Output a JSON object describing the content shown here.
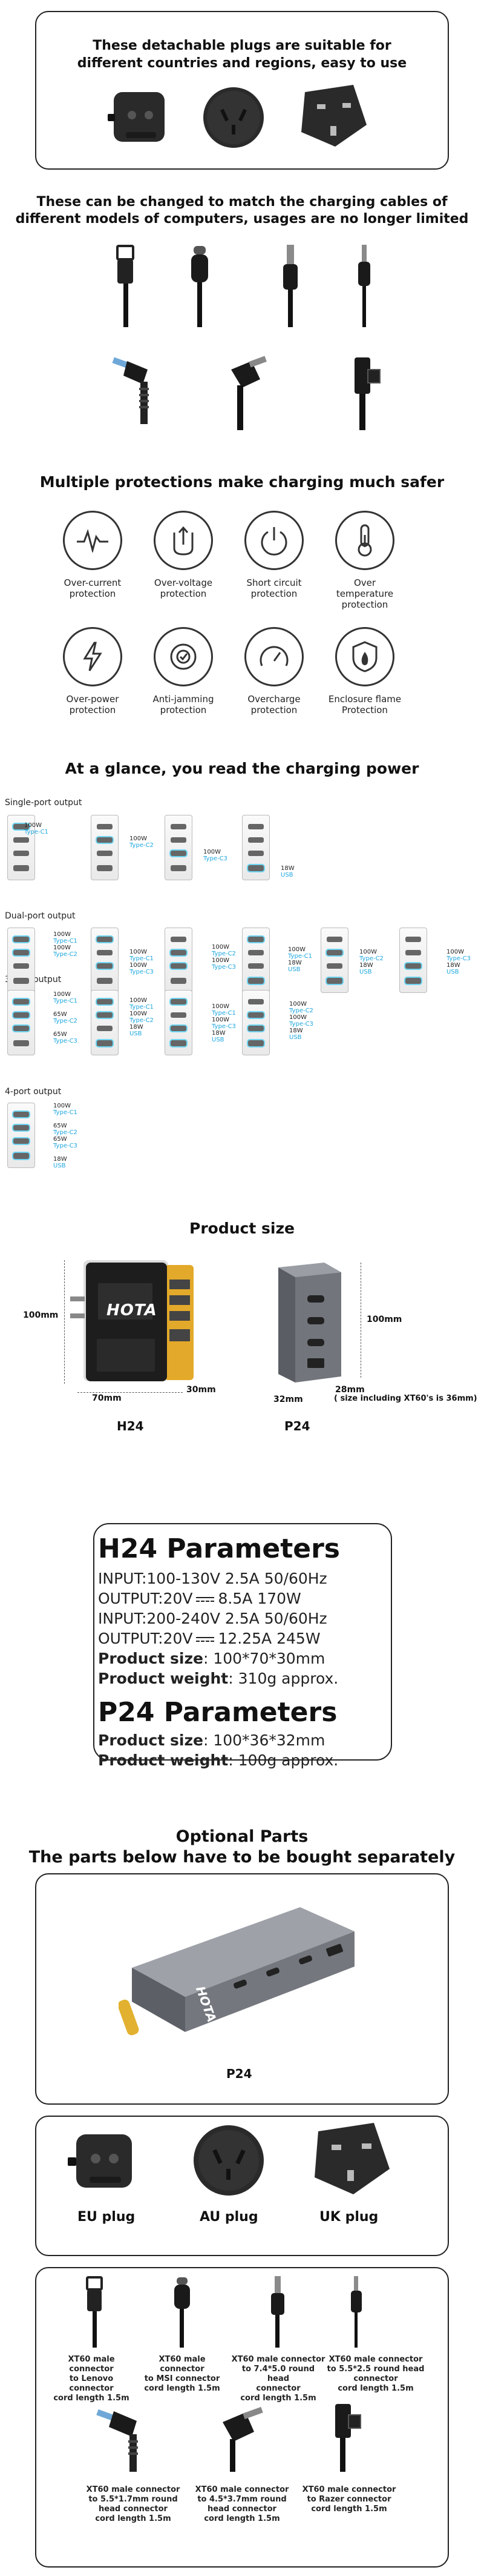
{
  "plugs_section": {
    "title_line1": "These detachable plugs are suitable for",
    "title_line2": "different countries and regions, easy to use"
  },
  "cables_section": {
    "title_line1": "These can be changed to match the charging cables of",
    "title_line2": "different models of computers, usages are no longer limited"
  },
  "protection_section": {
    "title": "Multiple protections make charging much safer",
    "items": [
      {
        "label_line1": "Over-current",
        "label_line2": "protection"
      },
      {
        "label_line1": "Over-voltage",
        "label_line2": "protection"
      },
      {
        "label_line1": "Short circuit",
        "label_line2": "protection"
      },
      {
        "label_line1": "Over temperature",
        "label_line2": "protection"
      },
      {
        "label_line1": "Over-power",
        "label_line2": "protection"
      },
      {
        "label_line1": "Anti-jamming",
        "label_line2": "protection"
      },
      {
        "label_line1": "Overcharge",
        "label_line2": "protection"
      },
      {
        "label_line1": "Enclosure flame",
        "label_line2": "Protection"
      }
    ]
  },
  "power_section": {
    "title": "At a glance, you read the charging power",
    "single_label": "Single-port output",
    "dual_label": "Dual-port output",
    "three_label": "3-port output",
    "four_label": "4-port output",
    "w100": "100W",
    "w65": "65W",
    "w18": "18W",
    "c1": "Type-C1",
    "c2": "Type-C2",
    "c3": "Type-C3",
    "usb": "USB"
  },
  "size_section": {
    "title": "Product size",
    "h24_height": "100mm",
    "h24_width": "70mm",
    "h24_depth": "30mm",
    "h24_name": "H24",
    "h24_brand": "HOTA",
    "p24_height": "100mm",
    "p24_width": "32mm",
    "p24_depth": "28mm",
    "p24_note": "( size including XT60's is 36mm)",
    "p24_name": "P24"
  },
  "parameters": {
    "h24_title": "H24 Parameters",
    "lines": [
      "INPUT:100-130V 2.5A 50/60Hz",
      "OUTPUT:20V",
      "8.5A 170W",
      "INPUT:200-240V 2.5A 50/60Hz",
      "OUTPUT:20V",
      "12.25A 245W"
    ],
    "h24_size_label": "Product size",
    "h24_size_value": ": 100*70*30mm",
    "h24_weight_label": "Product weight",
    "h24_weight_value": ": 310g approx.",
    "p24_title": "P24  Parameters",
    "p24_size_label": "Product size",
    "p24_size_value": ": 100*36*32mm",
    "p24_weight_label": "Product weight",
    "p24_weight_value": ": 100g approx."
  },
  "optional": {
    "title_line1": "Optional Parts",
    "title_line2": "The parts below have to be bought separately",
    "p24_caption": "P24",
    "p24_brand": "HOTA",
    "eu": "EU plug",
    "au": "AU plug",
    "uk": "UK plug",
    "connectors": [
      {
        "l1": "XT60 male connector",
        "l2": "to Lenovo connector",
        "l3": "cord length 1.5m"
      },
      {
        "l1": "XT60 male connector",
        "l2": "to MSI connector",
        "l3": "cord length 1.5m"
      },
      {
        "l1": "XT60 male connector",
        "l2": "to 7.4*5.0 round head",
        "l3": "connector",
        "l4": "cord length 1.5m"
      },
      {
        "l1": "XT60 male connector",
        "l2": "to 5.5*2.5 round head",
        "l3": "connector",
        "l4": "cord length 1.5m"
      },
      {
        "l1": "XT60 male connector",
        "l2": "to 5.5*1.7mm round",
        "l3": "head connector",
        "l4": "cord length 1.5m"
      },
      {
        "l1": "XT60 male connector",
        "l2": "to 4.5*3.7mm round",
        "l3": "head connector",
        "l4": "cord length 1.5m"
      },
      {
        "l1": "XT60 male connector",
        "l2": "to Razer  connector",
        "l3": "cord length 1.5m"
      }
    ]
  }
}
